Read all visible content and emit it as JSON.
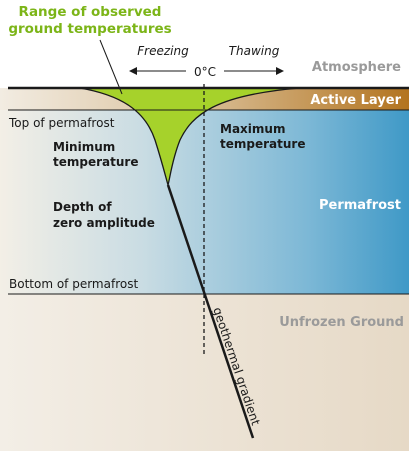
{
  "title": {
    "line1": "Range of observed",
    "line2": "ground temperatures"
  },
  "axis": {
    "freezing": "Freezing",
    "thawing": "Thawing",
    "zero": "0°C"
  },
  "layers": {
    "atmosphere": "Atmosphere",
    "active_layer": "Active Layer",
    "permafrost": "Permafrost",
    "unfrozen_ground": "Unfrozen Ground"
  },
  "levels": {
    "top_of_permafrost": "Top of permafrost",
    "bottom_of_permafrost": "Bottom of permafrost"
  },
  "annotations": {
    "minimum_temperature": [
      "Minimum",
      "temperature"
    ],
    "maximum_temperature": [
      "Maximum",
      "temperature"
    ],
    "depth_zero_amplitude": [
      "Depth of",
      "zero amplitude"
    ],
    "geothermal_gradient": "geothermal gradient"
  },
  "colors": {
    "title_green": "#7cb518",
    "trumpet_green": "#a6d22b",
    "active_layer_brown": "#b5782a",
    "permafrost_blue": "#4a9fca",
    "unfrozen_tan": "#e8dccb",
    "atmosphere_grey": "#9a9a9a"
  }
}
